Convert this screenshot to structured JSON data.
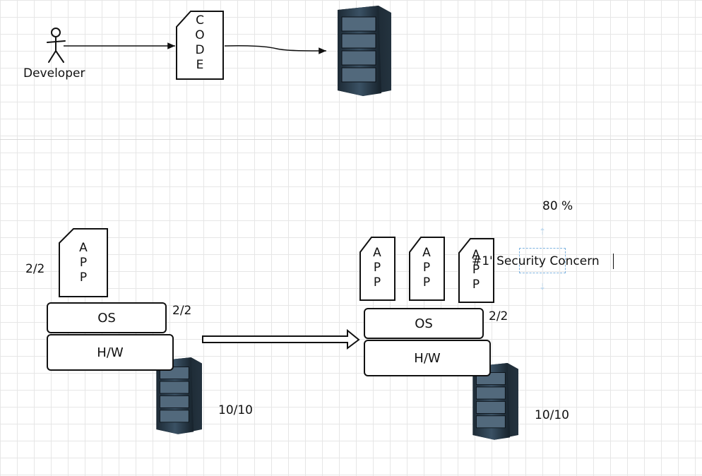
{
  "top": {
    "actor_label": "Developer",
    "code_letters": [
      "C",
      "O",
      "D",
      "E"
    ]
  },
  "bottom_left": {
    "app_letters": [
      "A",
      "P",
      "P"
    ],
    "app_ratio": "2/2",
    "os_label": "OS",
    "os_ratio": "2/2",
    "hw_label": "H/W",
    "server_ratio": "10/10"
  },
  "bottom_right": {
    "app_letters": [
      "A",
      "P",
      "P"
    ],
    "os_label": "OS",
    "os_ratio": "2/2",
    "hw_label": "H/W",
    "server_ratio": "10/10",
    "utilization": "80 %",
    "annotation": "#1' Security Concern"
  }
}
